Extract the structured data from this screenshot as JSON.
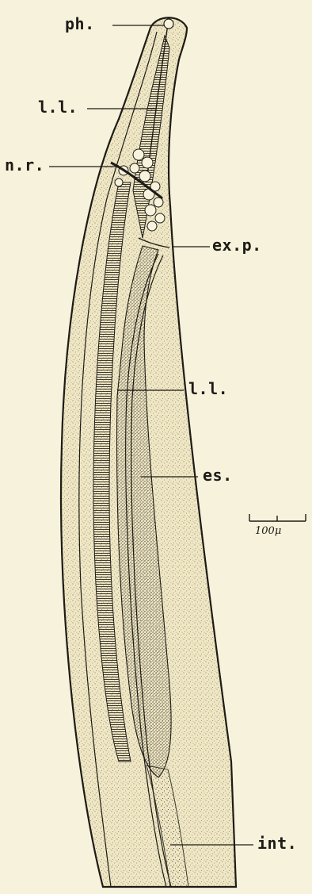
{
  "figure": {
    "labels": {
      "ph": "ph.",
      "ll_top": "l.l.",
      "nr": "n.r.",
      "exp": "ex.p.",
      "ll_mid": "l.l.",
      "es": "es.",
      "int": "int."
    },
    "scale_bar": {
      "text": "100μ"
    },
    "colors": {
      "background": "#f7f2dc",
      "ink": "#1d1b16"
    }
  }
}
